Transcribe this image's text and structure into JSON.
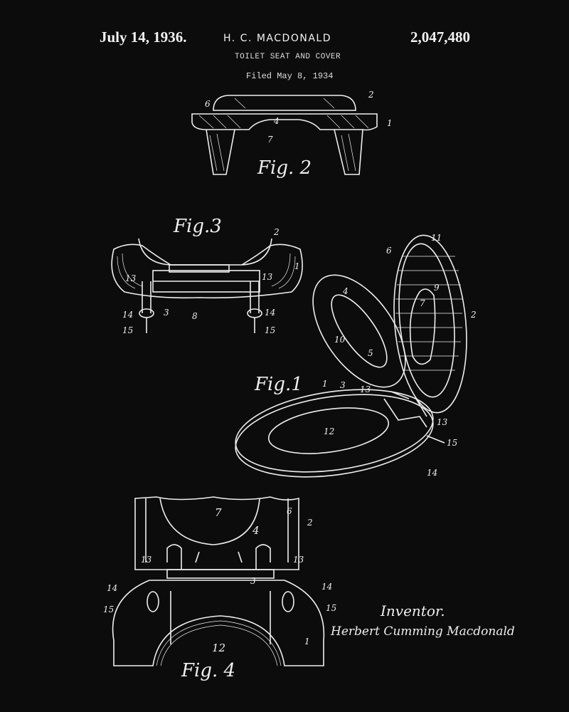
{
  "header": {
    "date": "July 14, 1936.",
    "inventor": "H. C. MACDONALD",
    "title": "TOILET SEAT AND COVER",
    "filed": "Filed May 8, 1934",
    "patent_number": "2,047,480"
  },
  "fig2": {
    "caption": "Fig. 2",
    "labels": [
      "6",
      "2",
      "4",
      "1",
      "7"
    ]
  },
  "fig3": {
    "caption": "Fig.3",
    "labels": [
      "2",
      "1",
      "13",
      "13",
      "14",
      "3",
      "8",
      "14",
      "15",
      "15"
    ]
  },
  "fig1": {
    "caption": "Fig.1",
    "labels": [
      "1",
      "3",
      "13",
      "11",
      "6",
      "4",
      "9",
      "7",
      "10",
      "5",
      "12",
      "13",
      "15",
      "14",
      "2"
    ]
  },
  "fig4": {
    "caption": "Fig. 4",
    "labels": [
      "7",
      "6",
      "2",
      "4",
      "13",
      "13",
      "3",
      "14",
      "14",
      "15",
      "15",
      "12",
      "1"
    ]
  },
  "signature": {
    "inventor_label": "Inventor.",
    "name": "Herbert Cumming Macdonald"
  },
  "colors": {
    "background": "#0c0c0c",
    "ink": "#eeeeee"
  }
}
